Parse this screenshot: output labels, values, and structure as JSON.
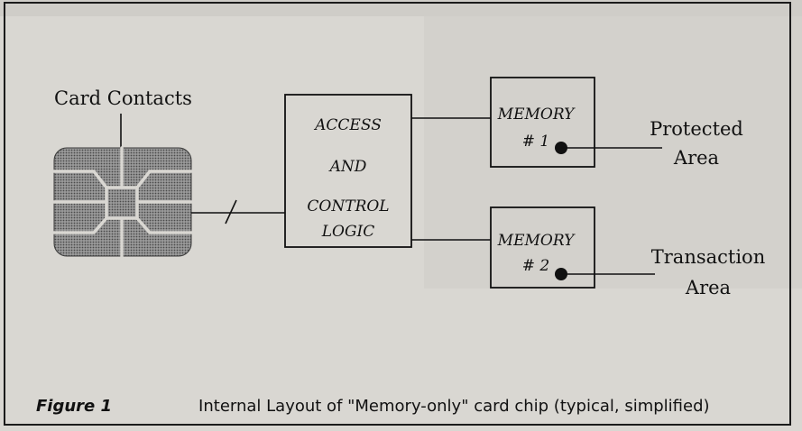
{
  "diagram": {
    "card_contacts_label": "Card Contacts",
    "control_box": {
      "line1": "ACCESS",
      "line2": "AND",
      "line3": "CONTROL",
      "line4": "LOGIC"
    },
    "memory1": {
      "line1": "MEMORY",
      "line2": "# 1"
    },
    "memory2": {
      "line1": "MEMORY",
      "line2": "# 2"
    },
    "protected_area": {
      "line1": "Protected",
      "line2": "Area"
    },
    "transaction_area": {
      "line1": "Transaction",
      "line2": "Area"
    }
  },
  "caption": {
    "figure_label": "Figure 1",
    "text": "Internal Layout of \"Memory-only\" card chip (typical, simplified)"
  },
  "colors": {
    "background": "#d9d7d2",
    "ink": "#111111",
    "chip": "#8f8f8f"
  }
}
